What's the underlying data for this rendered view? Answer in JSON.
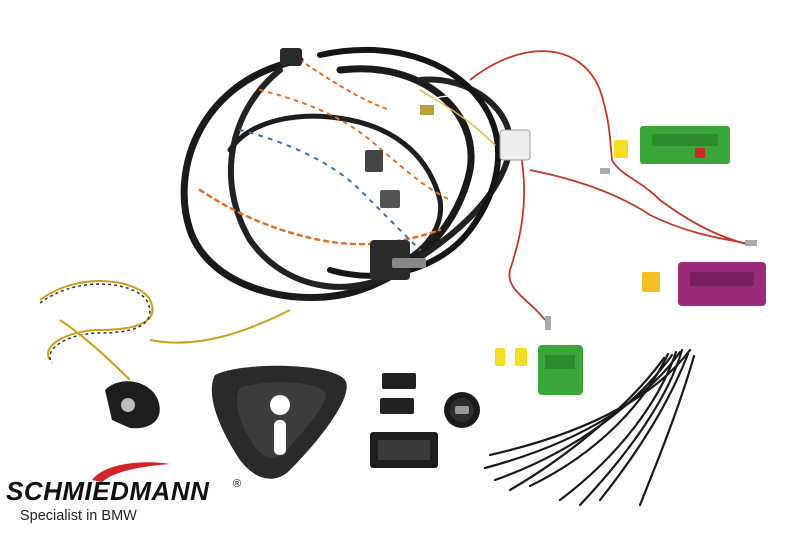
{
  "brand": {
    "name": "Schmiedmann",
    "wordmark": "SCHMIEDMANN",
    "registered_mark": "®",
    "tagline": "Specialist in BMW",
    "accent_color": "#d2232a"
  },
  "parts": [
    {
      "name": "main-wiring-harness",
      "colors": [
        "#1a1a1a",
        "#e0702a",
        "#3a6fb0"
      ]
    },
    {
      "name": "twisted-pair-cable",
      "colors": [
        "#c8a020",
        "#222222"
      ]
    },
    {
      "name": "sensor-with-cable"
    },
    {
      "name": "switch-bezel-frame"
    },
    {
      "name": "connector-green-large",
      "colors": [
        "#3aa63a"
      ]
    },
    {
      "name": "connector-purple",
      "colors": [
        "#9a2a7a"
      ]
    },
    {
      "name": "connector-green-small",
      "colors": [
        "#3aa63a"
      ]
    },
    {
      "name": "fuse-blade",
      "colors": [
        "#f2e020"
      ]
    },
    {
      "name": "small-connectors-black"
    },
    {
      "name": "push-button-switch"
    },
    {
      "name": "multi-pin-connector-black"
    },
    {
      "name": "cable-ties-bundle"
    }
  ]
}
